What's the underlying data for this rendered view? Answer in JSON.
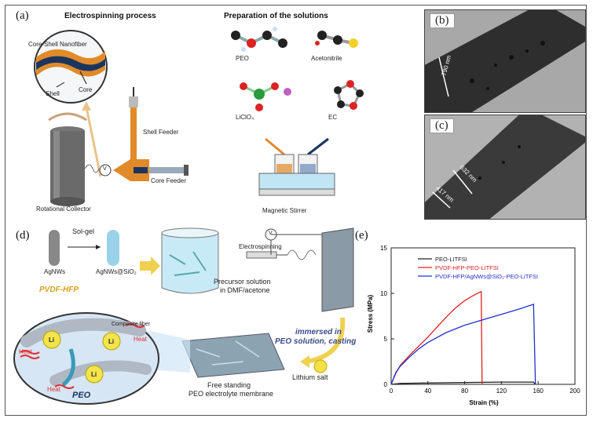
{
  "panel_a": {
    "label": "(a)",
    "electrospinning_title": "Electrospinning process",
    "solutions_title": "Preparation of the solutions",
    "core_shell_title": "Core-Shell Nanofiber",
    "shell_label": "Shell",
    "core_label": "Core",
    "shell_feeder": "Shell Feeder",
    "core_feeder": "Core Feeder",
    "rotational_collector": "Rotational Collector",
    "voltage_symbol": "V",
    "molecules": [
      "PEO",
      "Acetonitrile",
      "LiClO₄",
      "EC"
    ],
    "magnetic_stirrer": "Magnetic Stirrer"
  },
  "panel_b": {
    "label": "(b)",
    "scale": "790 nm"
  },
  "panel_c": {
    "label": "(c)",
    "scale_1": "632 nm",
    "scale_2": "417 nm"
  },
  "panel_d": {
    "label": "(d)",
    "sol_gel": "Sol-gel",
    "agnws": "AgNWs",
    "agnws_sio2": "AgNWs@SiO₂",
    "pvdf_hfp": "PVDF-HFP",
    "electrospinning": "Electrospinning",
    "voltage_symbol": "V",
    "precursor_line1": "Precursor solution",
    "precursor_line2": "in DMF/acetone",
    "immersed_line1": "immersed in",
    "immersed_line2": "PEO solution, casting",
    "lithium_salt": "Lithium salt",
    "composite_fiber": "Composite fiber",
    "heat": "Heat",
    "li": "Li",
    "peo": "PEO",
    "free_line1": "Free standing",
    "free_line2": "PEO electrolyte membrane"
  },
  "panel_e": {
    "label": "(e)"
  },
  "chart_data": {
    "type": "line",
    "xlabel": "Strain (%)",
    "ylabel": "Stress (MPa)",
    "xlim": [
      0,
      200
    ],
    "ylim": [
      0,
      15
    ],
    "xticks": [
      0,
      40,
      80,
      120,
      160,
      200
    ],
    "yticks": [
      0,
      5,
      10,
      15
    ],
    "legend_position": "top-right",
    "series": [
      {
        "name": "PEO-LITFSI",
        "color": "#222222",
        "points": [
          [
            0,
            0
          ],
          [
            10,
            0.1
          ],
          [
            40,
            0.15
          ],
          [
            80,
            0.2
          ],
          [
            120,
            0.25
          ],
          [
            155,
            0.25
          ],
          [
            157,
            0
          ]
        ]
      },
      {
        "name": "PVDF-HFP-PEO-LITFSI",
        "color": "#e02020",
        "points": [
          [
            0,
            0
          ],
          [
            5,
            1.2
          ],
          [
            10,
            2.1
          ],
          [
            20,
            3.2
          ],
          [
            30,
            4.2
          ],
          [
            40,
            5.2
          ],
          [
            50,
            6.3
          ],
          [
            60,
            7.4
          ],
          [
            70,
            8.4
          ],
          [
            80,
            9.2
          ],
          [
            90,
            9.8
          ],
          [
            98,
            10.2
          ],
          [
            99,
            0
          ]
        ]
      },
      {
        "name": "PVDF-HFP/AgNWs@SiO₂-PEO-LiTFSI",
        "color": "#2030d0",
        "points": [
          [
            0,
            0
          ],
          [
            5,
            1.3
          ],
          [
            10,
            2.0
          ],
          [
            20,
            3.0
          ],
          [
            30,
            3.9
          ],
          [
            40,
            4.6
          ],
          [
            60,
            5.7
          ],
          [
            80,
            6.5
          ],
          [
            100,
            7.1
          ],
          [
            120,
            7.7
          ],
          [
            140,
            8.3
          ],
          [
            155,
            8.8
          ],
          [
            157,
            0
          ]
        ]
      }
    ]
  }
}
